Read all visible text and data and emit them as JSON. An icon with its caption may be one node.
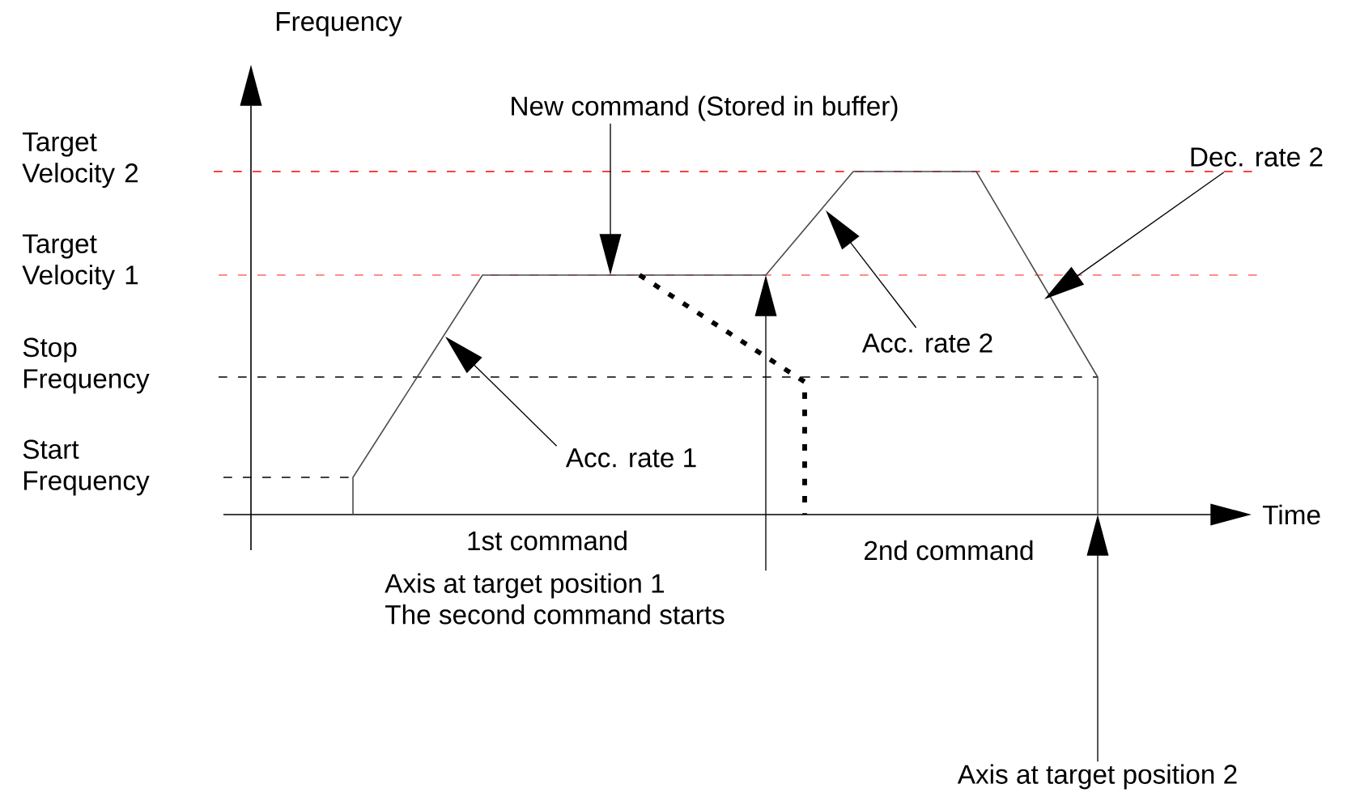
{
  "diagram": {
    "nodes": [
      {
        "text": [
          "New command (Stored in buffer)"
        ]
      },
      {
        "text": [
          "Acc. rate 1"
        ]
      },
      {
        "text": [
          "Acc. rate 2"
        ]
      },
      {
        "text": [
          "Dec. rate 2"
        ]
      },
      {
        "text": [
          "Axis at target position 1",
          "The second command starts"
        ]
      },
      {
        "text": [
          "Axis at target position 2"
        ]
      }
    ],
    "edges": [
      {
        "from": 0,
        "to": null,
        "arrow": "to"
      },
      {
        "from": 1,
        "to": null,
        "arrow": "to"
      },
      {
        "from": 2,
        "to": null,
        "arrow": "to"
      },
      {
        "from": 3,
        "to": null,
        "arrow": "to"
      },
      {
        "from": 4,
        "to": null,
        "arrow": "to"
      },
      {
        "from": 5,
        "to": null,
        "arrow": "to"
      }
    ],
    "labels": [
      "Frequency",
      "Target Velocity 2",
      "Target Velocity 1",
      "Stop Frequency",
      "Start Frequency",
      "Time",
      "1st command",
      "2nd command"
    ]
  }
}
